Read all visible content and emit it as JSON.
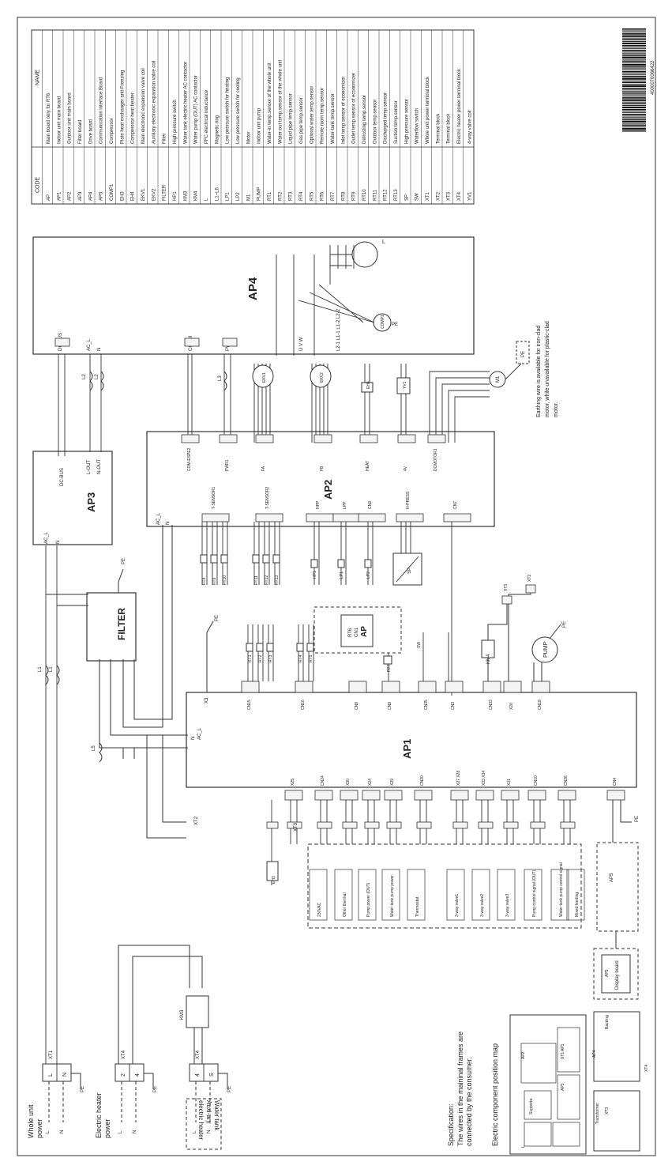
{
  "barcode_text": "4000070066422",
  "legend": {
    "header_code": "CODE",
    "header_name": "NAME",
    "rows": [
      {
        "code": "AP",
        "name": "Main board only for RT6"
      },
      {
        "code": "AP1",
        "name": "Indoor unit main board"
      },
      {
        "code": "AP2",
        "name": "Outdoor unit main board"
      },
      {
        "code": "AP3",
        "name": "Filter board"
      },
      {
        "code": "AP4",
        "name": "Drive board"
      },
      {
        "code": "AP5",
        "name": "Communication interface Board"
      },
      {
        "code": "COMP1",
        "name": "Compressor"
      },
      {
        "code": "EH3",
        "name": "Plate heat exchanger anti-Freezing"
      },
      {
        "code": "EH4",
        "name": "Compressor heat heater"
      },
      {
        "code": "EKV1",
        "name": "Main electronic expansion valve coil"
      },
      {
        "code": "EKV2",
        "name": "Auxiliary electronic expansion valve coil"
      },
      {
        "code": "FILTER",
        "name": "Filter"
      },
      {
        "code": "HP1",
        "name": "High pressure switch"
      },
      {
        "code": "KM3",
        "name": "Water tank electric heater AC contactor"
      },
      {
        "code": "KM4",
        "name": "Water pump (OUT) AC contactor"
      },
      {
        "code": "L",
        "name": "PFC electrical inductance"
      },
      {
        "code": "L1~L6",
        "name": "Magnetic ring"
      },
      {
        "code": "LP1",
        "name": "Low pressure switch for heating"
      },
      {
        "code": "LP2",
        "name": "Low pressure switch for cooling"
      },
      {
        "code": "M1",
        "name": "Motor"
      },
      {
        "code": "PUMP",
        "name": "Indoor unit pump"
      },
      {
        "code": "RT1",
        "name": "Water-in temp.sensor of the whole unit"
      },
      {
        "code": "RT2",
        "name": "Water-out temp.sensor of the whole unit"
      },
      {
        "code": "RT3",
        "name": "Liquid pipe temp.sensor"
      },
      {
        "code": "RT4",
        "name": "Gas pipe temp.sensor"
      },
      {
        "code": "RT5",
        "name": "Optional water temp.sensor"
      },
      {
        "code": "RT6",
        "name": "Remote room temp.sensor"
      },
      {
        "code": "RT7",
        "name": "Water-tank temp.sensor"
      },
      {
        "code": "RT8",
        "name": "Inlet temp.sensor of economizer"
      },
      {
        "code": "RT9",
        "name": "Outlet temp.sensor of economizer"
      },
      {
        "code": "RT10",
        "name": "Defrosting temp.sensor"
      },
      {
        "code": "RT11",
        "name": "Outdoor temp.sensor"
      },
      {
        "code": "RT12",
        "name": "Discharged temp.sensor"
      },
      {
        "code": "RT13",
        "name": "Suction temp.sensor"
      },
      {
        "code": "SP",
        "name": "High pressure sensor"
      },
      {
        "code": "SW",
        "name": "Waterflow switch"
      },
      {
        "code": "XT1",
        "name": "Whole unit power terminal block"
      },
      {
        "code": "XT2",
        "name": "Terminal block"
      },
      {
        "code": "XT3",
        "name": "Terminal block"
      },
      {
        "code": "XT4",
        "name": "Electric heater power terminal block"
      },
      {
        "code": "YV1",
        "name": "4-way valve coil"
      }
    ]
  },
  "boards": {
    "ap1": "AP1",
    "ap2": "AP2",
    "ap3": "AP3",
    "ap4": "AP4",
    "filter": "FILTER",
    "ap": "AP",
    "ap5": "AP5",
    "display": "Display board"
  },
  "ap4_pins": {
    "dcbus": "DC-BUS",
    "comm": "COMM",
    "pwr": "PWR",
    "uvw": "U V W",
    "lterm": "L2-1 L1-1 L1-2 L2-2",
    "acl": "AC_L",
    "n": "N"
  },
  "ap2_pins": {
    "comm": "COM-ESPE2",
    "pwr": "PWR1",
    "fa": "FA",
    "fb": "FB",
    "heat": "HEAT",
    "vv": "4V",
    "dc": "DCMOTOR1",
    "ts1": "T-SENSOR1",
    "ts2": "T-SENSOR2",
    "hpp": "HPP",
    "lpp": "LPP",
    "cn3": "CN3",
    "hpress": "H-PRESS",
    "cn7": "CN7",
    "acl": "AC_L",
    "n": "N"
  },
  "ap3_pins": {
    "dcbus": "DC-BUS",
    "lout": "L-OUT",
    "nout": "N-OUT",
    "acl": "AC_L",
    "n": "N"
  },
  "ap1_pins": {
    "top": [
      "CN15",
      "CN16",
      "CN8",
      "CN9",
      "CN35",
      "CN3",
      "CN33",
      "X20",
      "CN18"
    ],
    "bottom": [
      "X25",
      "CN24",
      "X30",
      "X24",
      "X29",
      "CN20",
      "X27 X28",
      "X33 X34",
      "X31",
      "CN10",
      "CN26",
      "CN4"
    ],
    "acl": "AC_L",
    "n": "N",
    "x3": "X3"
  },
  "components": {
    "rt_group1": [
      "RT8",
      "RT9",
      "RT10"
    ],
    "rt_group2": [
      "RT11",
      "RT12",
      "RT13"
    ],
    "rt_group3": [
      "RT1",
      "RT2",
      "RT3"
    ],
    "rt_group4": [
      "RT4",
      "RT5"
    ],
    "rt6": "RT6",
    "cn1": "CN1",
    "rt7": "RT7",
    "hp1": "HP1",
    "lp1": "LP1",
    "lp2": "LP2",
    "sp": "SP",
    "sw": "SW",
    "ekv1": "EKV1",
    "ekv2": "EKV2",
    "eh4": "EH4",
    "yv1": "YV1",
    "m1": "M1",
    "comp1": "COMP1",
    "l": "L",
    "pump": "PUMP",
    "km4": "KM4",
    "km3": "KM3",
    "eh3": "EH3",
    "xt1": "XT1",
    "xt2": "XT2",
    "xt3": "XT3",
    "xt4": "XT4",
    "l1": "L1",
    "l3": "L3",
    "l5": "L5",
    "l2": "L2",
    "pe": "PE"
  },
  "bottom_row": {
    "items": [
      "230VAC",
      "Other thermal",
      "Pump power (OUT)",
      "Water tank pump power",
      "Thermostat",
      "3-way valve1",
      "3-way valve2",
      "3-way valve3",
      "Pump control signal (OUT)",
      "Water tank pump control signal",
      "Mixed feeding"
    ]
  },
  "earthing_note": "Earthing wire is available for iron-clad motor, while unavailable for plastic-clad motor.",
  "left_labels": {
    "whole_unit": "Whole unit power",
    "electric_heater": "Electric heater power",
    "water_tank": "Water tank Auxi-ary electric heater",
    "l": "L",
    "n": "N",
    "pe": "PE"
  },
  "specification": {
    "title": "Specification:",
    "text": "The wires in the maininal frames are connected by the consumer."
  },
  "position_map": {
    "title": "Electric component position map",
    "boxes": [
      "Supporta",
      "AP2",
      "AP1",
      "AP3",
      "AP4",
      "Transformer",
      "L",
      "XT3",
      "Backing",
      "AP5",
      "XT4",
      "XT1"
    ]
  }
}
